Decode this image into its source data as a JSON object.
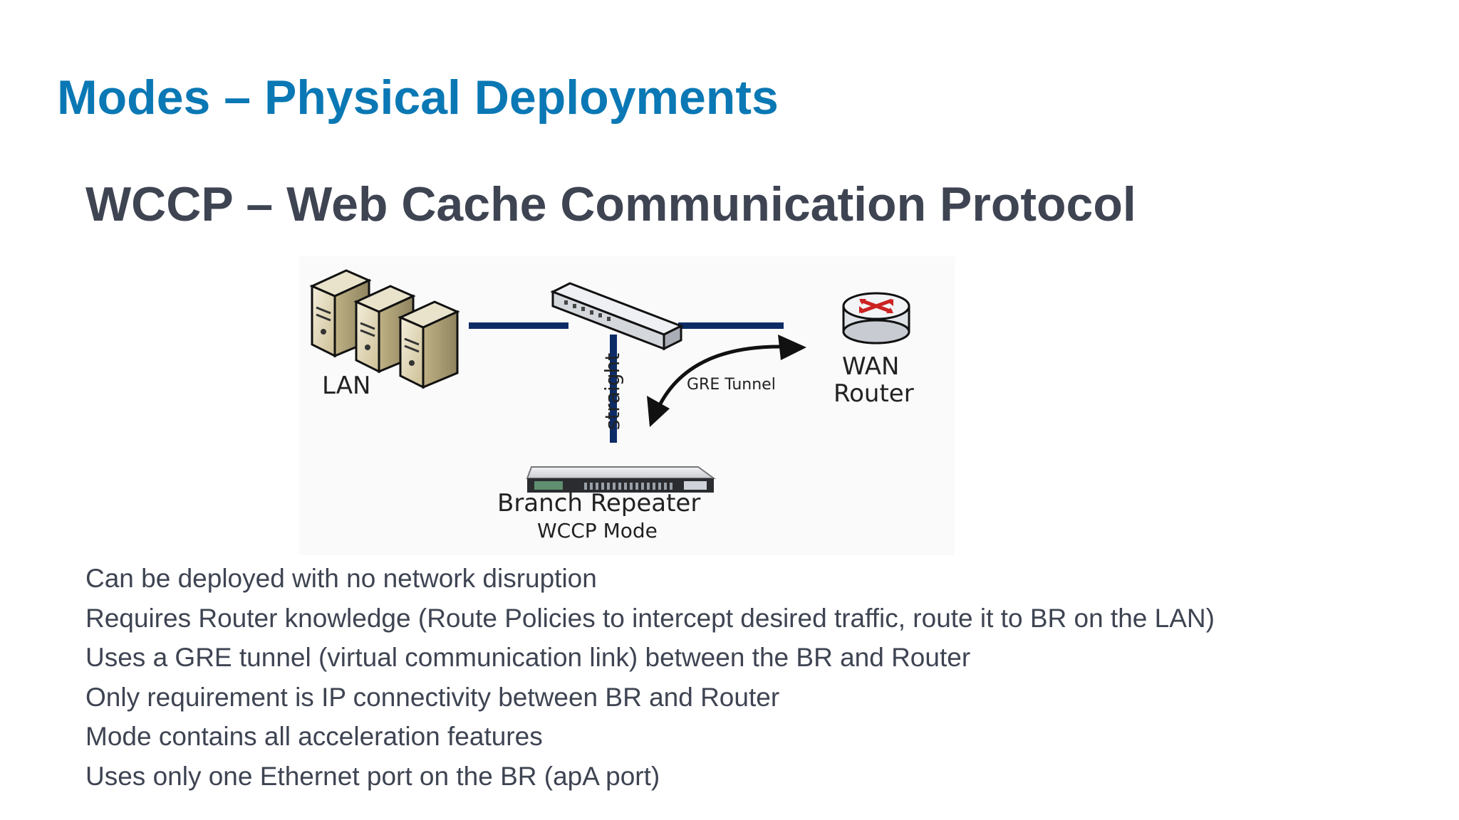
{
  "slide": {
    "title": "Modes – Physical Deployments",
    "subtitle": "WCCP – Web Cache Communication Protocol"
  },
  "diagram": {
    "lan_label": "LAN",
    "straight_label": "straight",
    "gre_label": "GRE Tunnel",
    "wan_label_line1": "WAN",
    "wan_label_line2": "Router",
    "repeater_label": "Branch Repeater",
    "repeater_mode": "WCCP Mode",
    "colors": {
      "link": "#0d2c66",
      "router_accent": "#cc2222"
    },
    "icons": [
      "server-icon",
      "switch-icon",
      "router-icon",
      "appliance-icon",
      "curved-arrow-icon"
    ]
  },
  "bullets": [
    "Can be deployed with no network disruption",
    "Requires Router knowledge (Route Policies to intercept desired traffic, route it to BR on the LAN)",
    "Uses a GRE tunnel (virtual communication link) between the BR and Router",
    "Only requirement is IP connectivity between BR and Router",
    "Mode contains all acceleration features",
    "Uses only one Ethernet port on the BR (apA port)"
  ]
}
